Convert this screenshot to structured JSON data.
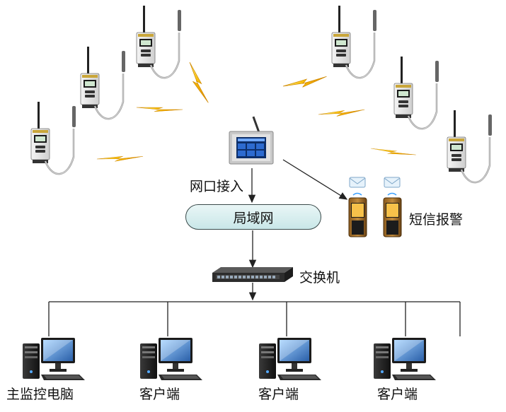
{
  "labels": {
    "network_access": "网口接入",
    "lan": "局域网",
    "sms_alarm": "短信报警",
    "switch": "交换机",
    "main_pc": "主监控电脑",
    "client1": "客户端",
    "client2": "客户端",
    "client3": "客户端"
  },
  "colors": {
    "line": "#222222",
    "bolt": "#f4b400",
    "lan_fill": "#d6eeee",
    "screen": "#2d6bd0"
  },
  "icons": {
    "sensor": "wireless-temperature-humidity-sensor",
    "monitor": "touchscreen-monitor-host",
    "phone": "mobile-phone",
    "envelope": "sms-envelope",
    "switch": "network-switch",
    "computer": "desktop-computer"
  }
}
